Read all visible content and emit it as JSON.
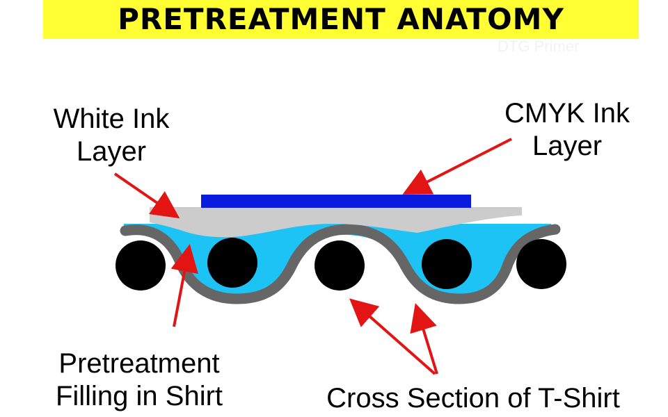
{
  "title": "PRETREATMENT ANATOMY",
  "watermark": "DTG Primer",
  "labels": {
    "white_ink": [
      "White Ink",
      "Layer"
    ],
    "cmyk_ink": [
      "CMYK Ink",
      "Layer"
    ],
    "pretreatment": [
      "Pretreatment",
      "Filling in Shirt"
    ],
    "cross_section": "Cross Section of T-Shirt"
  },
  "colors": {
    "title_banner": "#ffff33",
    "cmyk_layer": "#0a1adf",
    "white_ink_layer": "#cccccc",
    "pretreatment_fill": "#1ec3f5",
    "fabric": "#666666",
    "fibers": "#000000",
    "arrows": "#e31414"
  }
}
